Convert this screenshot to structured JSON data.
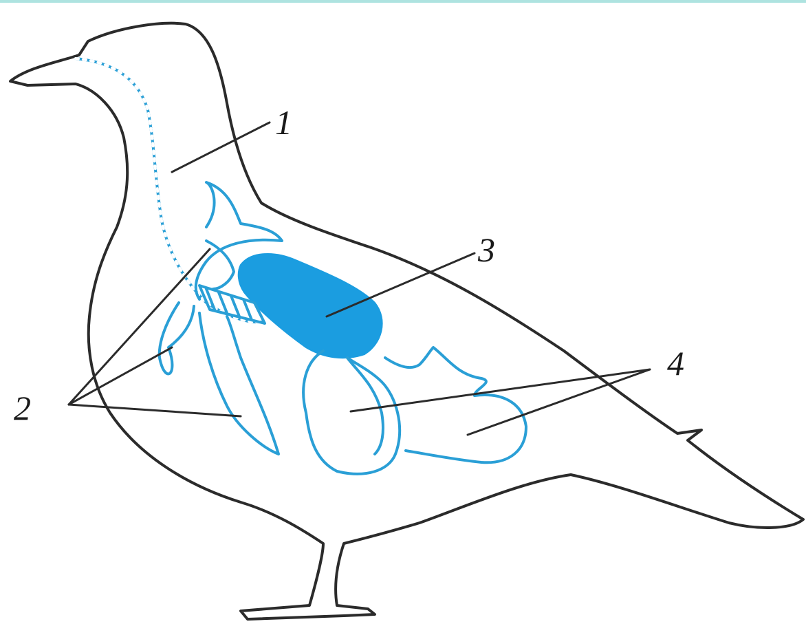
{
  "labels": {
    "trachea": "1",
    "anterior_air_sacs": "2",
    "lung": "3",
    "posterior_air_sacs": "4"
  },
  "colors": {
    "outline": "#2b2b2b",
    "organ_line": "#2a9fd6",
    "lung_fill": "#1b9de0",
    "frame_top": "#aee3e0"
  }
}
